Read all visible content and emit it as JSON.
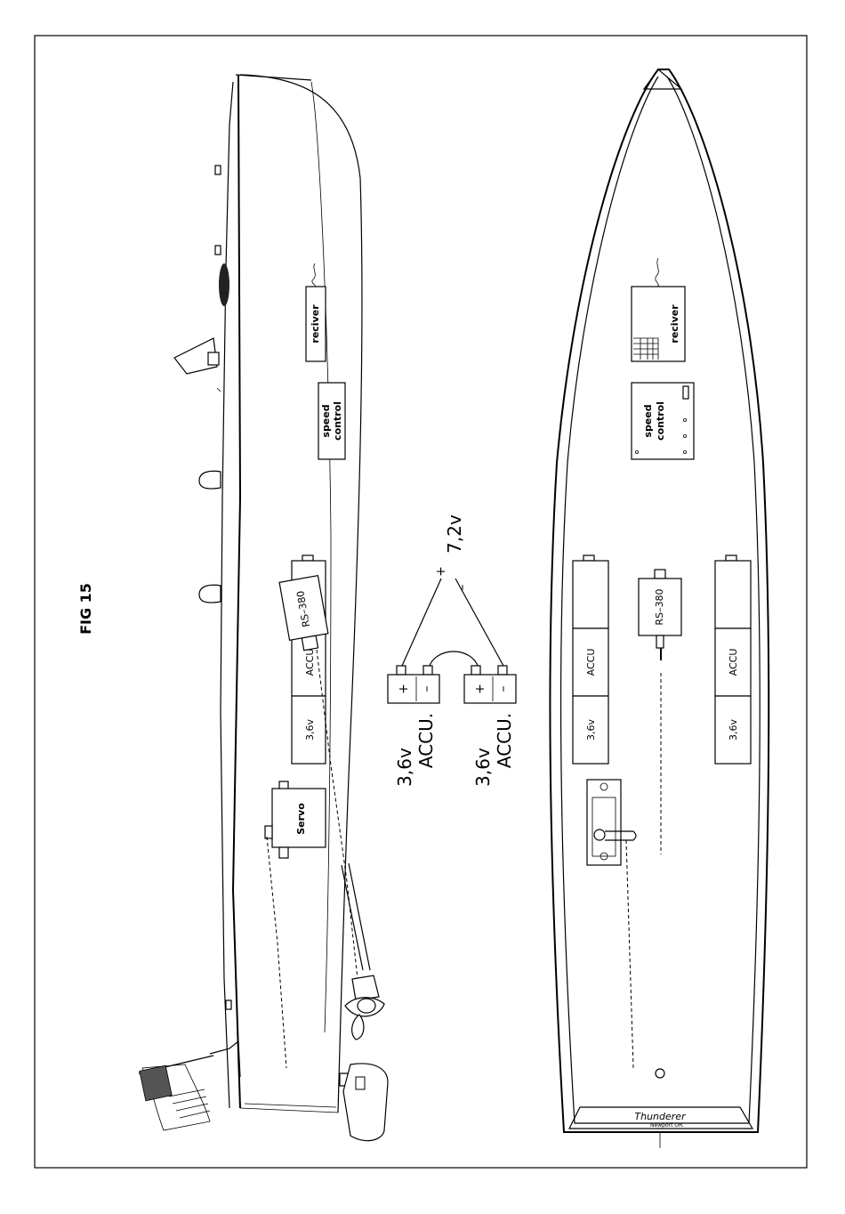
{
  "figure": {
    "title": "FIG 15"
  },
  "side_view": {
    "receiver_label": "reciver",
    "speed_control_label_1": "speed",
    "speed_control_label_2": "control",
    "motor_label": "RS–380",
    "accu_label": "ACCU",
    "cell_label": "3,6v",
    "servo_label": "Servo"
  },
  "wiring": {
    "plus": "+",
    "minus": "–",
    "total_voltage": "7,2v",
    "battery_terminal_plus": "+",
    "battery_terminal_minus": "–",
    "battery_voltage": "3,6v",
    "battery_type": "ACCU."
  },
  "top_view": {
    "receiver_label": "reciver",
    "speed_control_label_1": "speed",
    "speed_control_label_2": "control",
    "motor_label": "RS–380",
    "accu_label": "ACCU",
    "cell_label": "3,6v",
    "transom_name": "Thunderer",
    "transom_port": "Newport OR."
  },
  "icons": {
    "flag": "us-flag-icon",
    "propeller": "propeller-icon",
    "rudder": "rudder-icon"
  }
}
